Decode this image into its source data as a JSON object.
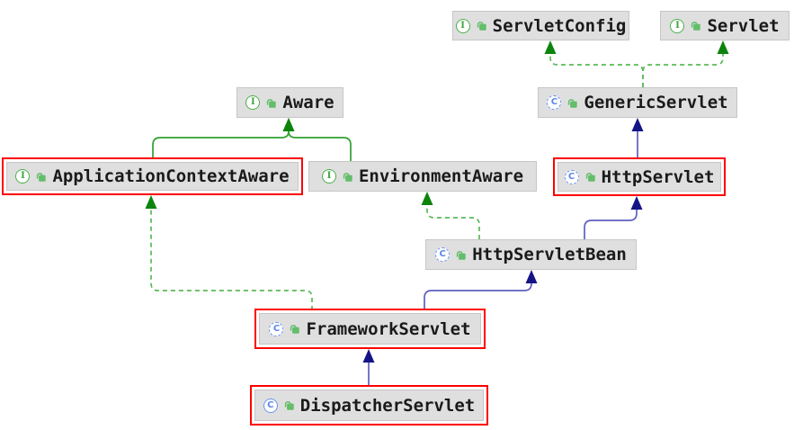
{
  "diagram": {
    "kind_label": "UML class diagram",
    "icons": {
      "interface_letter": "I",
      "abstract_class_letter": "C",
      "class_letter": "C",
      "visibility": "public"
    },
    "colors": {
      "background": "#ffffff",
      "node_background": "#dfdfdf",
      "node_border": "#c6c6c6",
      "selection_border": "#ff0000",
      "label_text": "#1a1a1a",
      "interface_icon_green": "#4cb04c",
      "class_icon_blue": "#6b94f0",
      "lock_icon_green": "#63bd6a",
      "interface_extends_line": "#2fa12f",
      "implements_line": "#57ba57",
      "green_arrow": "#0c840c",
      "class_extends_line": "#5f5fbe",
      "blue_arrow": "#141487"
    },
    "nodes": [
      {
        "id": "servlet_config",
        "label": "ServletConfig",
        "kind": "interface",
        "visibility": "public",
        "selected": false
      },
      {
        "id": "servlet",
        "label": "Servlet",
        "kind": "interface",
        "visibility": "public",
        "selected": false
      },
      {
        "id": "aware",
        "label": "Aware",
        "kind": "interface",
        "visibility": "public",
        "selected": false
      },
      {
        "id": "generic_servlet",
        "label": "GenericServlet",
        "kind": "abstract_class",
        "visibility": "public",
        "selected": false
      },
      {
        "id": "application_context_aware",
        "label": "ApplicationContextAware",
        "kind": "interface",
        "visibility": "public",
        "selected": true
      },
      {
        "id": "environment_aware",
        "label": "EnvironmentAware",
        "kind": "interface",
        "visibility": "public",
        "selected": false
      },
      {
        "id": "http_servlet",
        "label": "HttpServlet",
        "kind": "abstract_class",
        "visibility": "public",
        "selected": true
      },
      {
        "id": "http_servlet_bean",
        "label": "HttpServletBean",
        "kind": "abstract_class",
        "visibility": "public",
        "selected": false
      },
      {
        "id": "framework_servlet",
        "label": "FrameworkServlet",
        "kind": "abstract_class",
        "visibility": "public",
        "selected": true
      },
      {
        "id": "dispatcher_servlet",
        "label": "DispatcherServlet",
        "kind": "class",
        "visibility": "public",
        "selected": true
      }
    ],
    "edges": [
      {
        "from": "application_context_aware",
        "to": "aware",
        "relation": "extends"
      },
      {
        "from": "environment_aware",
        "to": "aware",
        "relation": "extends"
      },
      {
        "from": "generic_servlet",
        "to": "servlet_config",
        "relation": "implements"
      },
      {
        "from": "generic_servlet",
        "to": "servlet",
        "relation": "implements"
      },
      {
        "from": "http_servlet",
        "to": "generic_servlet",
        "relation": "extends"
      },
      {
        "from": "http_servlet_bean",
        "to": "http_servlet",
        "relation": "extends"
      },
      {
        "from": "http_servlet_bean",
        "to": "environment_aware",
        "relation": "implements"
      },
      {
        "from": "framework_servlet",
        "to": "http_servlet_bean",
        "relation": "extends"
      },
      {
        "from": "framework_servlet",
        "to": "application_context_aware",
        "relation": "implements"
      },
      {
        "from": "dispatcher_servlet",
        "to": "framework_servlet",
        "relation": "extends"
      }
    ]
  }
}
